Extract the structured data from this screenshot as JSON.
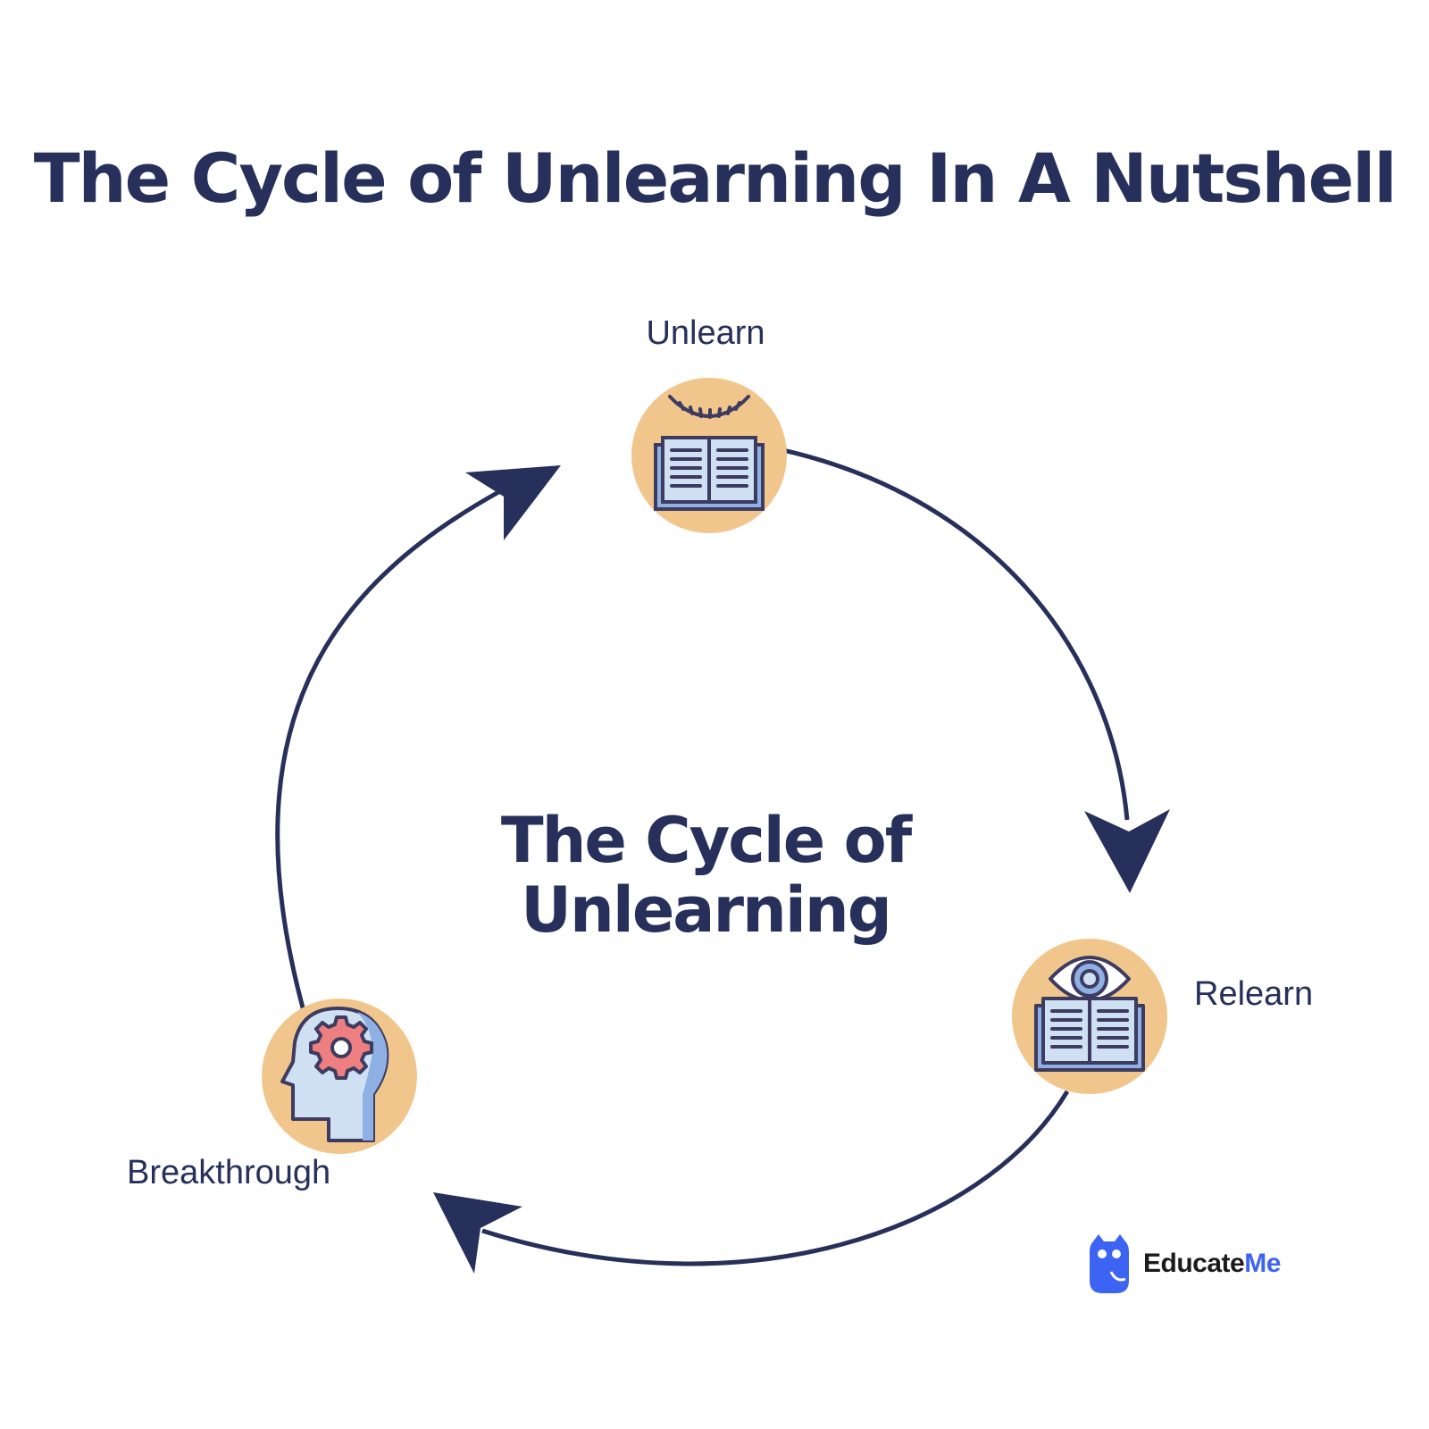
{
  "title": "The Cycle of Unlearning In A Nutshell",
  "center_title_line1": "The Cycle of",
  "center_title_line2": "Unlearning",
  "nodes": [
    {
      "label": "Unlearn",
      "icon": "closed-eye-book-icon"
    },
    {
      "label": "Relearn",
      "icon": "open-eye-book-icon"
    },
    {
      "label": "Breakthrough",
      "icon": "head-gear-icon"
    }
  ],
  "brand": {
    "part1": "Educate",
    "part2": "Me",
    "icon": "owl-logo-icon"
  },
  "colors": {
    "navy": "#26305a",
    "circle": "#f1c68d",
    "icon_fill": "#cfe0f3",
    "icon_accent": "#8eb0e2",
    "gear": "#ee7f80",
    "brand_blue": "#3d63f2"
  }
}
